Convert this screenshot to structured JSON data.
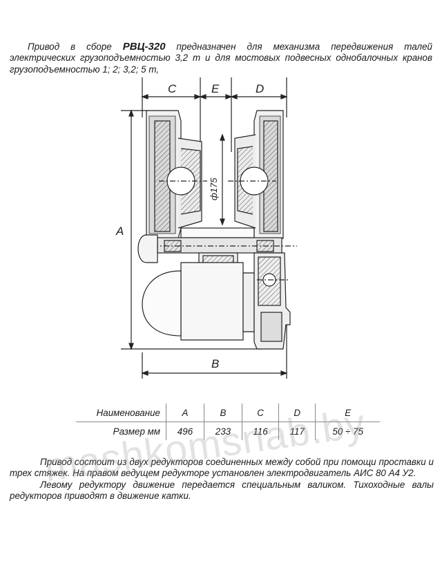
{
  "intro": {
    "prefix": "Привод в сборе ",
    "model": "РВЦ-320",
    "text": " предназначен для механизма передвижения талей электрических грузоподъемностью 3,2 т и для мостовых подвесных однобалочных кранов грузоподъемностью 1; 2; 3,2; 5 т,"
  },
  "drawing": {
    "label_c": "C",
    "label_e": "E",
    "label_d": "D",
    "label_a": "A",
    "label_b": "B",
    "label_diam": "ф175"
  },
  "table": {
    "headers": [
      "Наименование",
      "A",
      "B",
      "C",
      "D",
      "E"
    ],
    "row": [
      "Размер мм",
      "496",
      "233",
      "116",
      "117",
      "50 ÷ 75"
    ]
  },
  "body": {
    "p1": "Привод состоит из двух редукторов соединенных между собой при помощи проставки и трех стяжек. На правом ведущем редукторе установлен электродвигатель АИС 80 А4 У2.",
    "p2": "Левому редуктору движение передается специальным валиком. Тихоходные валы редукторов приводят в движение катки."
  },
  "watermark": "mashkomsnab.by"
}
